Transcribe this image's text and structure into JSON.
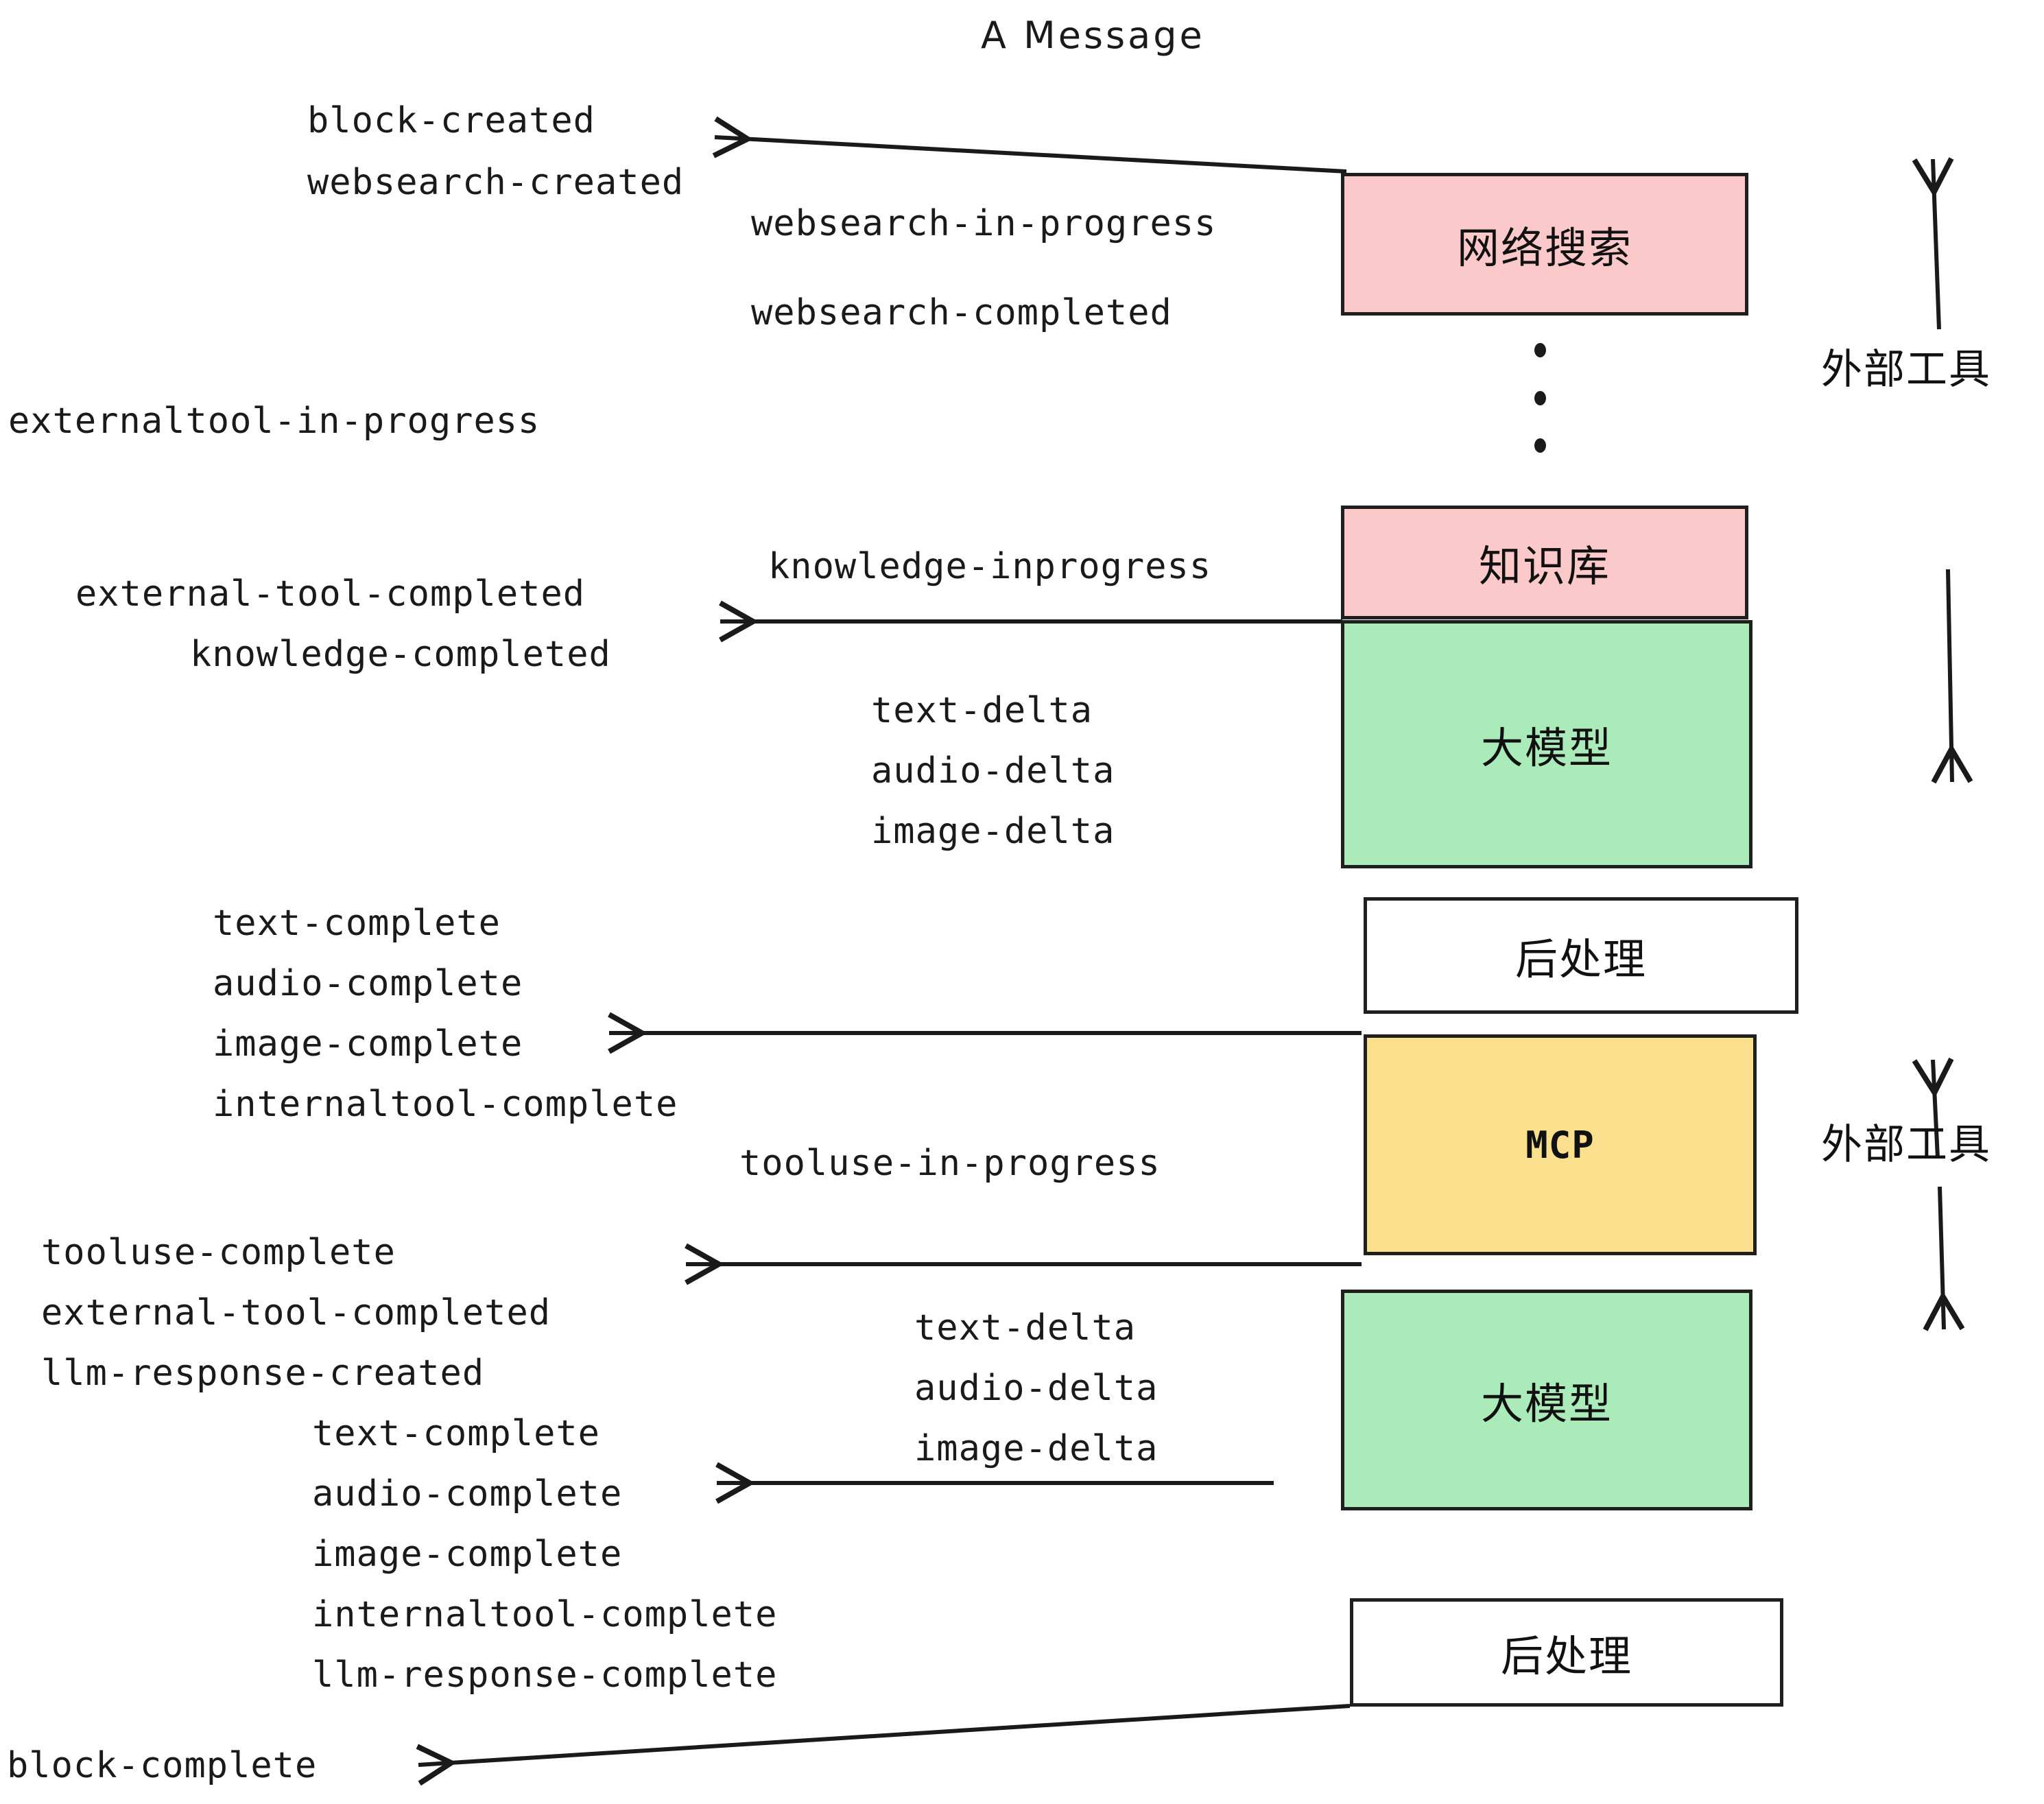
{
  "title": "A Message",
  "colors": {
    "pink": "#fbc9c9",
    "green": "#abeab9",
    "yellow": "#fae08d",
    "white": "#ffffff",
    "stroke": "#1f1f1f",
    "text": "#1a1a1a"
  },
  "boxes": {
    "websearch": "网络搜索",
    "knowledge": "知识库",
    "llm_top": "大模型",
    "postprocess_top": "后处理",
    "mcp": "MCP",
    "llm_bottom": "大模型",
    "postprocess_bottom": "后处理"
  },
  "side_labels": {
    "external_tool_top": "外部工具",
    "external_tool_bottom": "外部工具"
  },
  "events": {
    "block_created": "block-created",
    "websearch_created": "websearch-created",
    "websearch_in_progress": "websearch-in-progress",
    "websearch_completed": "websearch-completed",
    "externaltool_in_progress": "externaltool-in-progress",
    "knowledge_inprogress": "knowledge-inprogress",
    "external_tool_completed_1": "external-tool-completed",
    "knowledge_completed": "knowledge-completed",
    "text_delta_1": "text-delta",
    "audio_delta_1": "audio-delta",
    "image_delta_1": "image-delta",
    "text_complete_1": "text-complete",
    "audio_complete_1": "audio-complete",
    "image_complete_1": "image-complete",
    "internaltool_complete_1": "internaltool-complete",
    "tooluse_in_progress": "tooluse-in-progress",
    "tooluse_complete": "tooluse-complete",
    "external_tool_completed_2": "external-tool-completed",
    "llm_response_created": "llm-response-created",
    "text_delta_2": "text-delta",
    "audio_delta_2": "audio-delta",
    "image_delta_2": "image-delta",
    "text_complete_2": "text-complete",
    "audio_complete_2": "audio-complete",
    "image_complete_2": "image-complete",
    "internaltool_complete_2": "internaltool-complete",
    "llm_response_complete": "llm-response-complete",
    "block_complete": "block-complete"
  }
}
